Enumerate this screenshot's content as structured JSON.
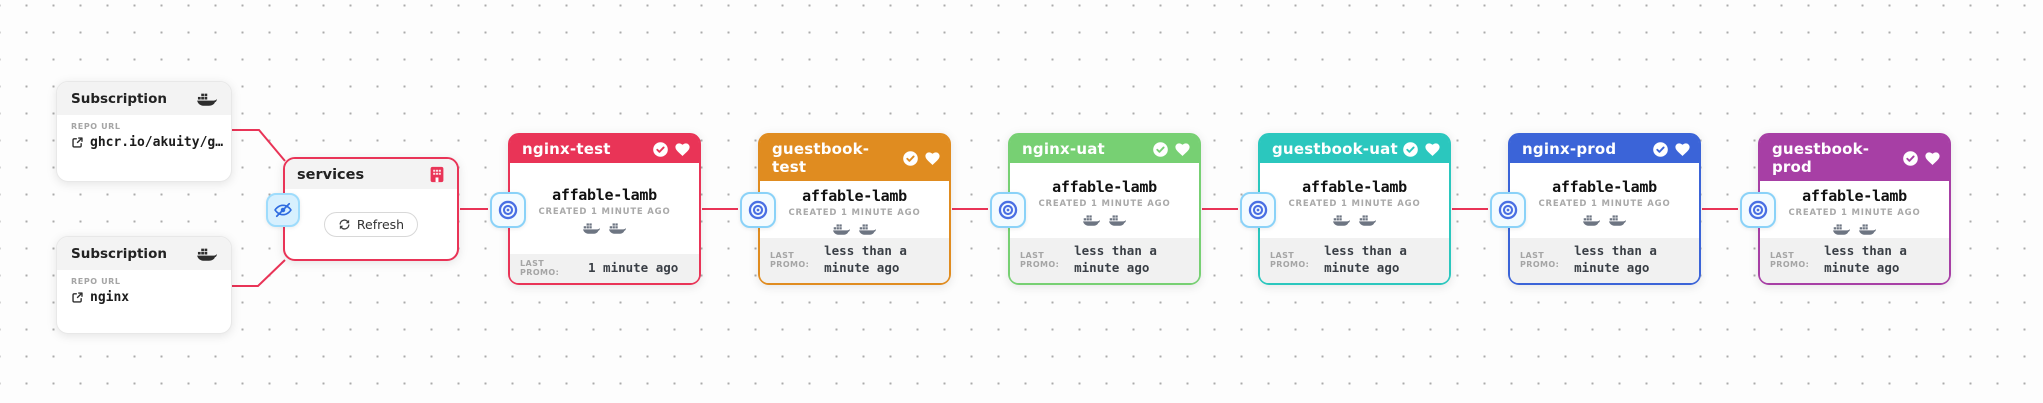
{
  "edges": {
    "color": "#e93457"
  },
  "subscriptions": [
    {
      "title": "Subscription",
      "repo_label": "REPO URL",
      "repo_value": "ghcr.io/akuity/g…"
    },
    {
      "title": "Subscription",
      "repo_label": "REPO URL",
      "repo_value": "nginx"
    }
  ],
  "warehouse": {
    "title": "services",
    "refresh_label": "Refresh",
    "accent": "#e93457"
  },
  "stage_common": {
    "freight": "affable-lamb",
    "created": "CREATED 1 MINUTE AGO",
    "promo_label": "LAST PROMO:"
  },
  "stages": [
    {
      "name": "nginx-test",
      "color": "#e93457",
      "promo": "1 minute ago"
    },
    {
      "name": "guestbook-test",
      "color": "#e08c20",
      "promo": "less than a minute ago"
    },
    {
      "name": "nginx-uat",
      "color": "#77d073",
      "promo": "less than a minute ago"
    },
    {
      "name": "guestbook-uat",
      "color": "#2bc7be",
      "promo": "less than a minute ago"
    },
    {
      "name": "nginx-prod",
      "color": "#3b64d8",
      "promo": "less than a minute ago"
    },
    {
      "name": "guestbook-prod",
      "color": "#a73fa5",
      "promo": "less than a minute ago"
    }
  ]
}
